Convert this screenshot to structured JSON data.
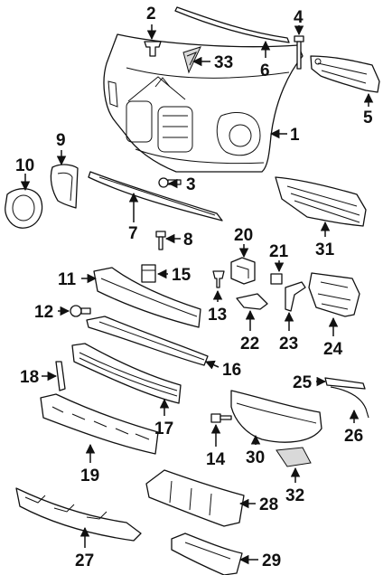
{
  "diagram": {
    "callouts": [
      {
        "id": "c1",
        "label": "1"
      },
      {
        "id": "c2",
        "label": "2"
      },
      {
        "id": "c3",
        "label": "3"
      },
      {
        "id": "c4",
        "label": "4"
      },
      {
        "id": "c5",
        "label": "5"
      },
      {
        "id": "c6",
        "label": "6"
      },
      {
        "id": "c7",
        "label": "7"
      },
      {
        "id": "c8",
        "label": "8"
      },
      {
        "id": "c9",
        "label": "9"
      },
      {
        "id": "c10",
        "label": "10"
      },
      {
        "id": "c11",
        "label": "11"
      },
      {
        "id": "c12",
        "label": "12"
      },
      {
        "id": "c13",
        "label": "13"
      },
      {
        "id": "c14",
        "label": "14"
      },
      {
        "id": "c15",
        "label": "15"
      },
      {
        "id": "c16",
        "label": "16"
      },
      {
        "id": "c17",
        "label": "17"
      },
      {
        "id": "c18",
        "label": "18"
      },
      {
        "id": "c19",
        "label": "19"
      },
      {
        "id": "c20",
        "label": "20"
      },
      {
        "id": "c21",
        "label": "21"
      },
      {
        "id": "c22",
        "label": "22"
      },
      {
        "id": "c23",
        "label": "23"
      },
      {
        "id": "c24",
        "label": "24"
      },
      {
        "id": "c25",
        "label": "25"
      },
      {
        "id": "c26",
        "label": "26"
      },
      {
        "id": "c27",
        "label": "27"
      },
      {
        "id": "c28",
        "label": "28"
      },
      {
        "id": "c29",
        "label": "29"
      },
      {
        "id": "c30",
        "label": "30"
      },
      {
        "id": "c31",
        "label": "31"
      },
      {
        "id": "c32",
        "label": "32"
      },
      {
        "id": "c33",
        "label": "33"
      }
    ]
  }
}
